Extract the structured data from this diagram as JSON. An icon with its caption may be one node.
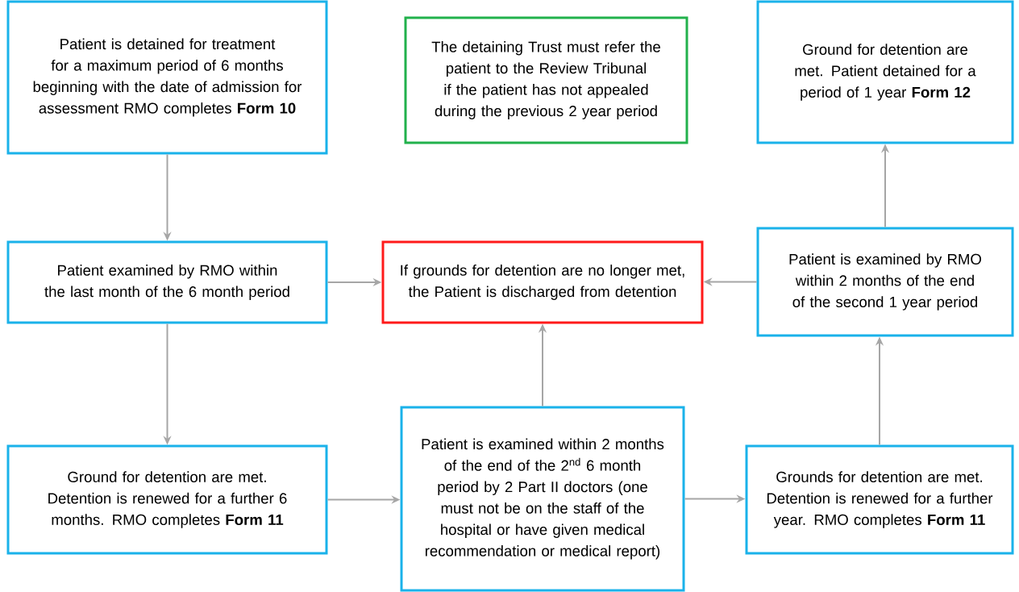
{
  "diagram": {
    "nodes": [
      {
        "text": [
          "Patient is detained for treatment for a maximum period of 6 months beginning with the date of admission for assessment RMO completes **Form 10**"
        ]
      },
      {
        "text": [
          "The detaining Trust must refer the patient to the Review Tribunal if the patient has not appealed during the previous 2 year period"
        ]
      },
      {
        "text": [
          "Ground for detention are met. Patient detained for a period of 1 year **Form 12**"
        ]
      },
      {
        "text": [
          "Patient examined by RMO within the last month of the 6 month period"
        ]
      },
      {
        "text": [
          "If grounds for detention are no longer met, the Patient is discharged from detention"
        ]
      },
      {
        "text": [
          "Patient is examined by RMO within 2 months of the end of the second 1 year period"
        ]
      },
      {
        "text": [
          "Ground for detention are met. Detention is renewed for a further 6 months. RMO completes **Form 11**"
        ]
      },
      {
        "text": [
          "Patient is examined within 2 months of the end of the 2$^{nd}$ 6 month period by 2 Part II doctors (one must not be on the staff of the hospital or have given medical recommendation or medical report)"
        ]
      },
      {
        "text": [
          "Grounds for detention are met. Detention is renewed for a further year. RMO completes **Form 11**"
        ]
      }
    ],
    "edges": [
      {
        "from": 0,
        "to": 3,
        "arrow": "to"
      },
      {
        "from": 3,
        "to": 6,
        "arrow": "to"
      },
      {
        "from": 3,
        "to": 4,
        "arrow": "to"
      },
      {
        "from": 6,
        "to": 7,
        "arrow": "to"
      },
      {
        "from": 7,
        "to": 4,
        "arrow": "to"
      },
      {
        "from": 7,
        "to": 8,
        "arrow": "to"
      },
      {
        "from": 8,
        "to": 5,
        "arrow": "to"
      },
      {
        "from": 5,
        "to": 4,
        "arrow": "to"
      },
      {
        "from": 5,
        "to": 2,
        "arrow": "to"
      }
    ]
  }
}
